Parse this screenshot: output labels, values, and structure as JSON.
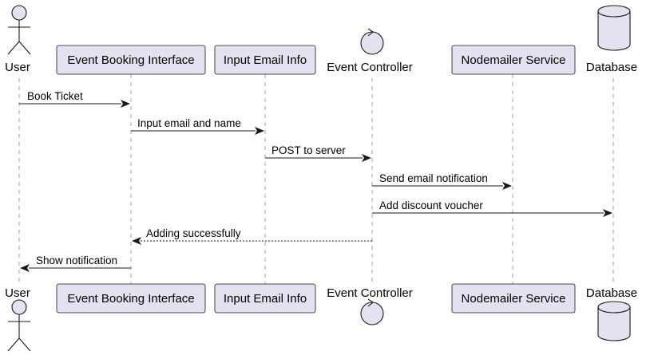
{
  "participants": [
    {
      "name": "User",
      "kind": "actor"
    },
    {
      "name": "Event Booking Interface",
      "kind": "participant"
    },
    {
      "name": "Input Email Info",
      "kind": "participant"
    },
    {
      "name": "Event Controller",
      "kind": "control"
    },
    {
      "name": "Nodemailer Service",
      "kind": "participant"
    },
    {
      "name": "Database",
      "kind": "database"
    }
  ],
  "messages": [
    {
      "from": 0,
      "to": 1,
      "label": "Book Ticket",
      "style": "solid"
    },
    {
      "from": 1,
      "to": 2,
      "label": "Input email and name",
      "style": "solid"
    },
    {
      "from": 2,
      "to": 3,
      "label": "POST to server",
      "style": "solid"
    },
    {
      "from": 3,
      "to": 4,
      "label": "Send email notification",
      "style": "solid"
    },
    {
      "from": 3,
      "to": 5,
      "label": "Add discount voucher",
      "style": "solid"
    },
    {
      "from": 3,
      "to": 1,
      "label": "Adding successfully",
      "style": "dashed"
    },
    {
      "from": 1,
      "to": 0,
      "label": "Show notification",
      "style": "solid"
    }
  ],
  "colors": {
    "participant_fill": "#e2e2f0",
    "stroke": "#181818",
    "lifeline": "#a0a0a0"
  }
}
